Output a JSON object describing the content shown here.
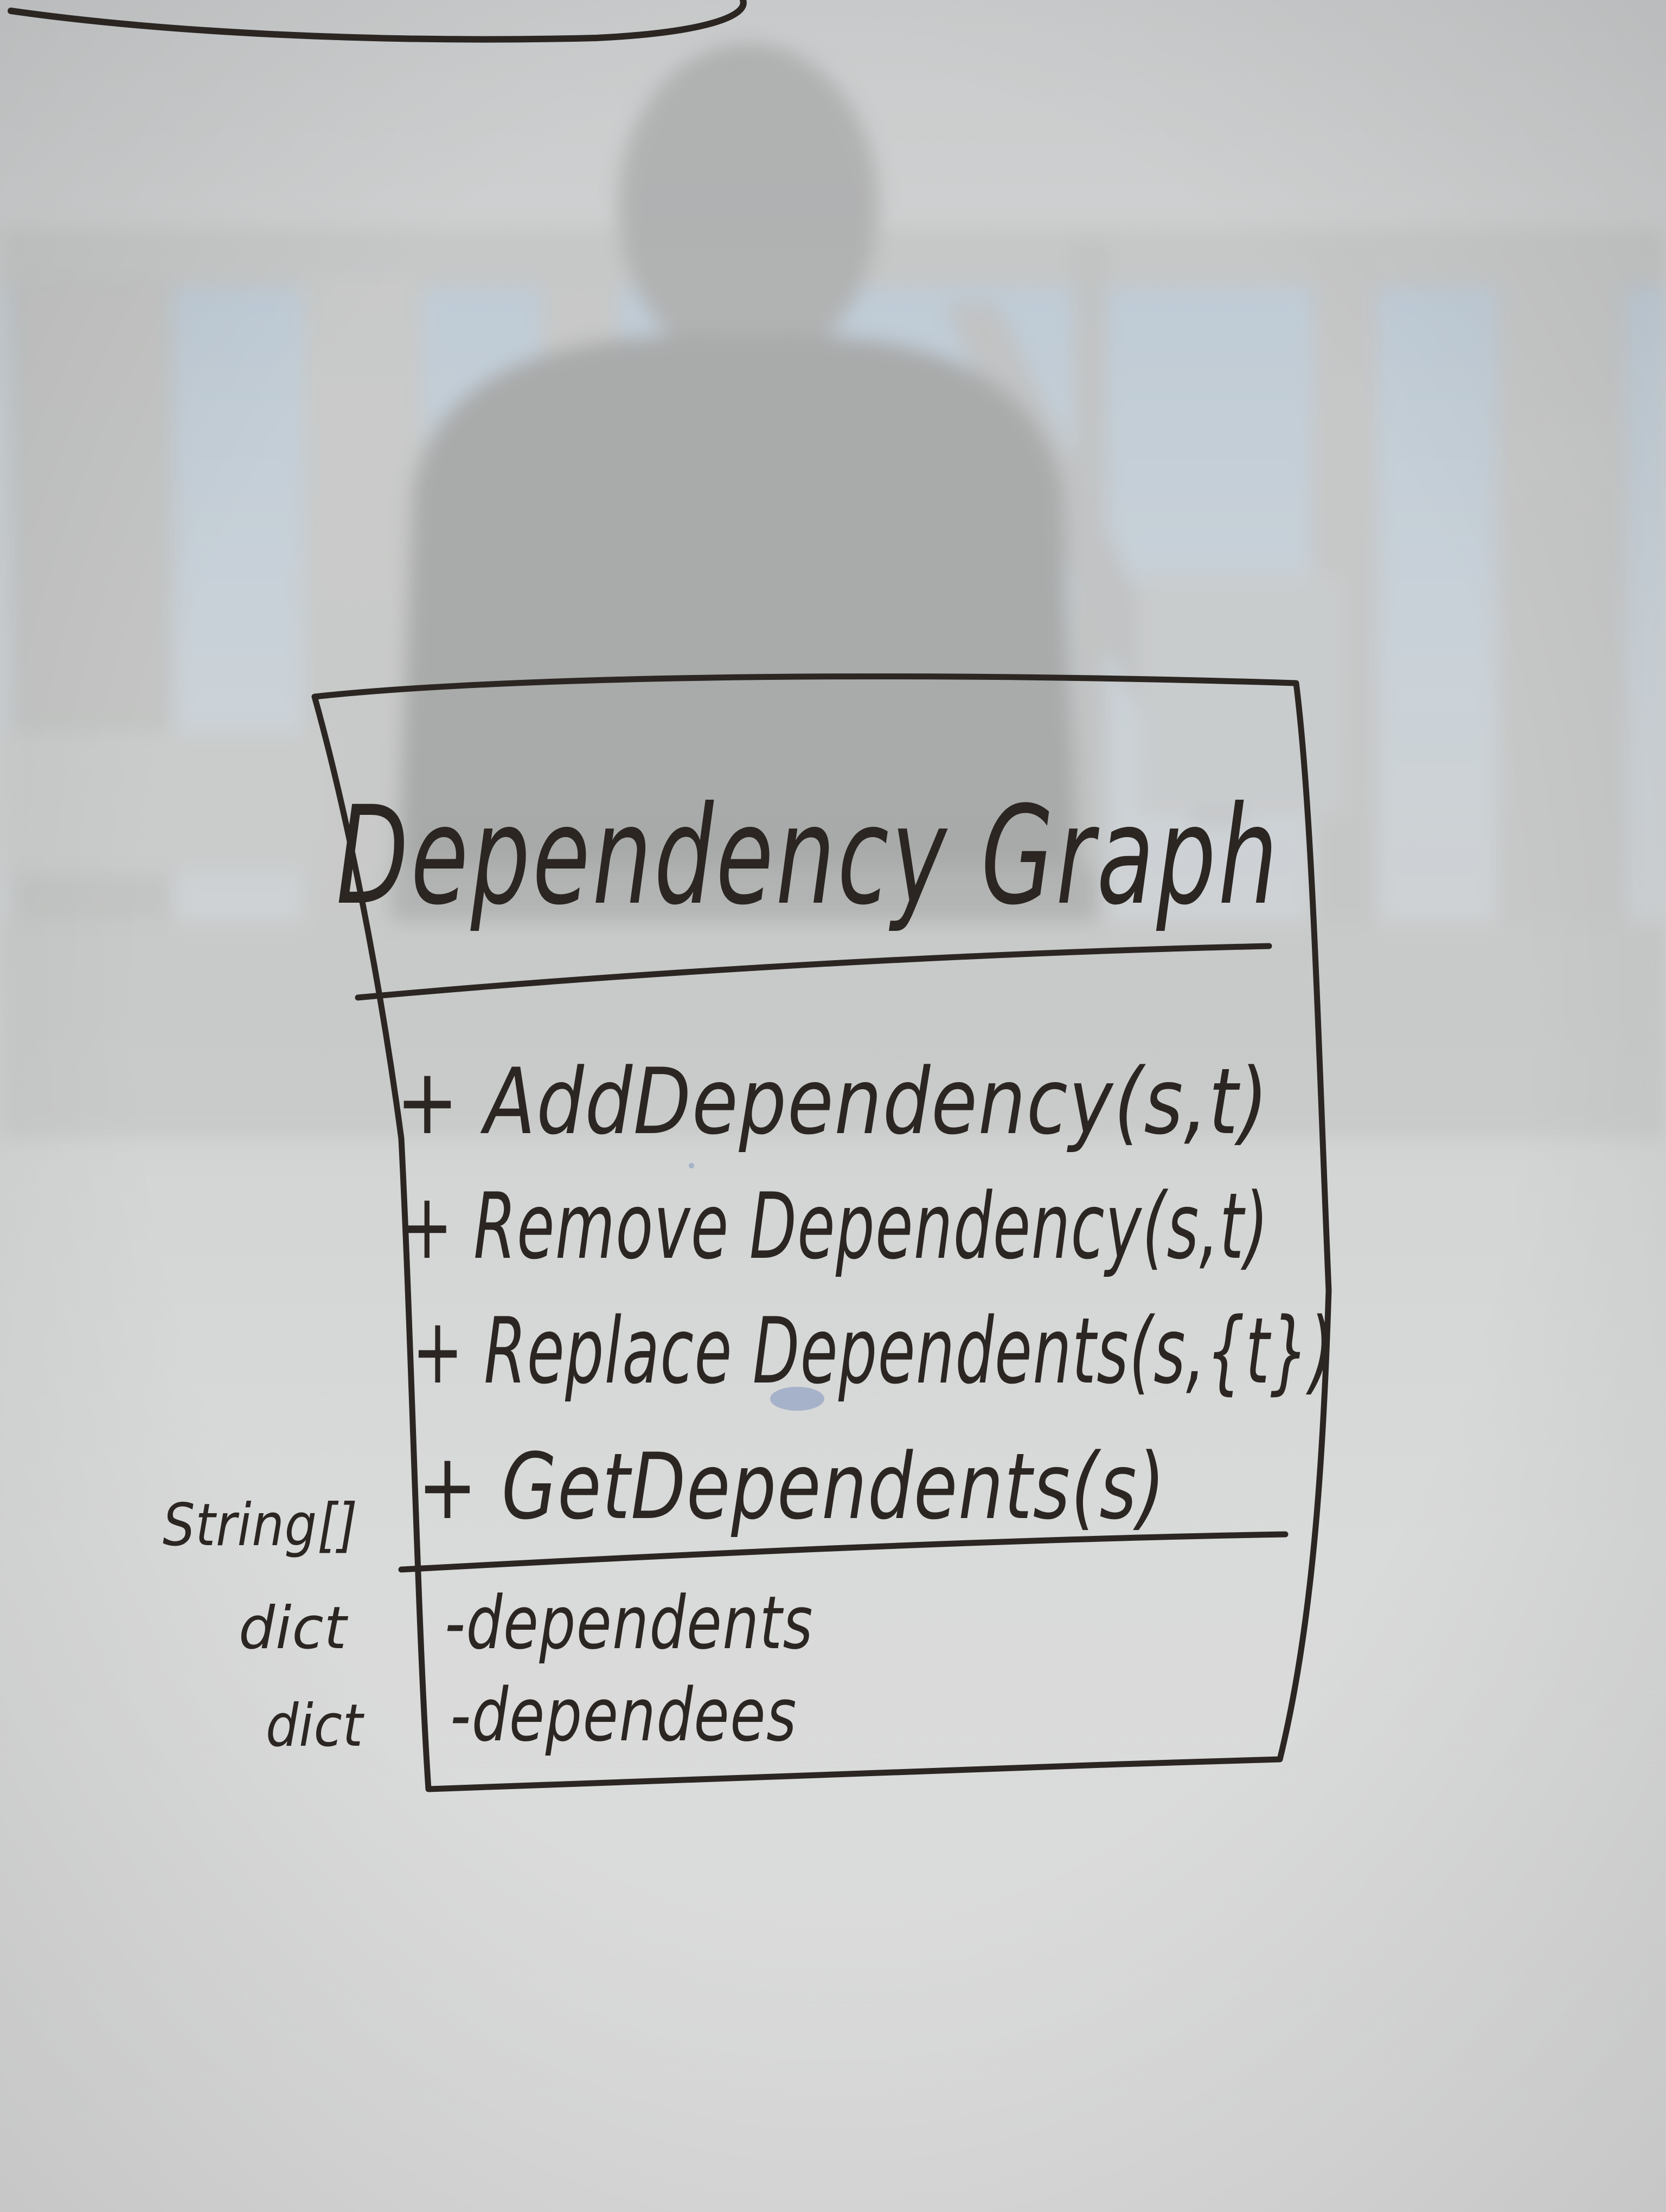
{
  "diagram": {
    "type": "uml-class",
    "class_name": "Dependency Graph",
    "methods": [
      "+ AddDependency(s,t)",
      "+ Remove Dependency(s,t)",
      "+ Replace Dependents(s,{t})",
      "+ GetDependents(s)"
    ],
    "attributes": [
      {
        "type": "dict",
        "name": "-dependents"
      },
      {
        "type": "dict",
        "name": "-dependees"
      }
    ],
    "return_annotation": "String[]",
    "ink_color": "#2b2622",
    "board_color": "#dcdcdc"
  }
}
